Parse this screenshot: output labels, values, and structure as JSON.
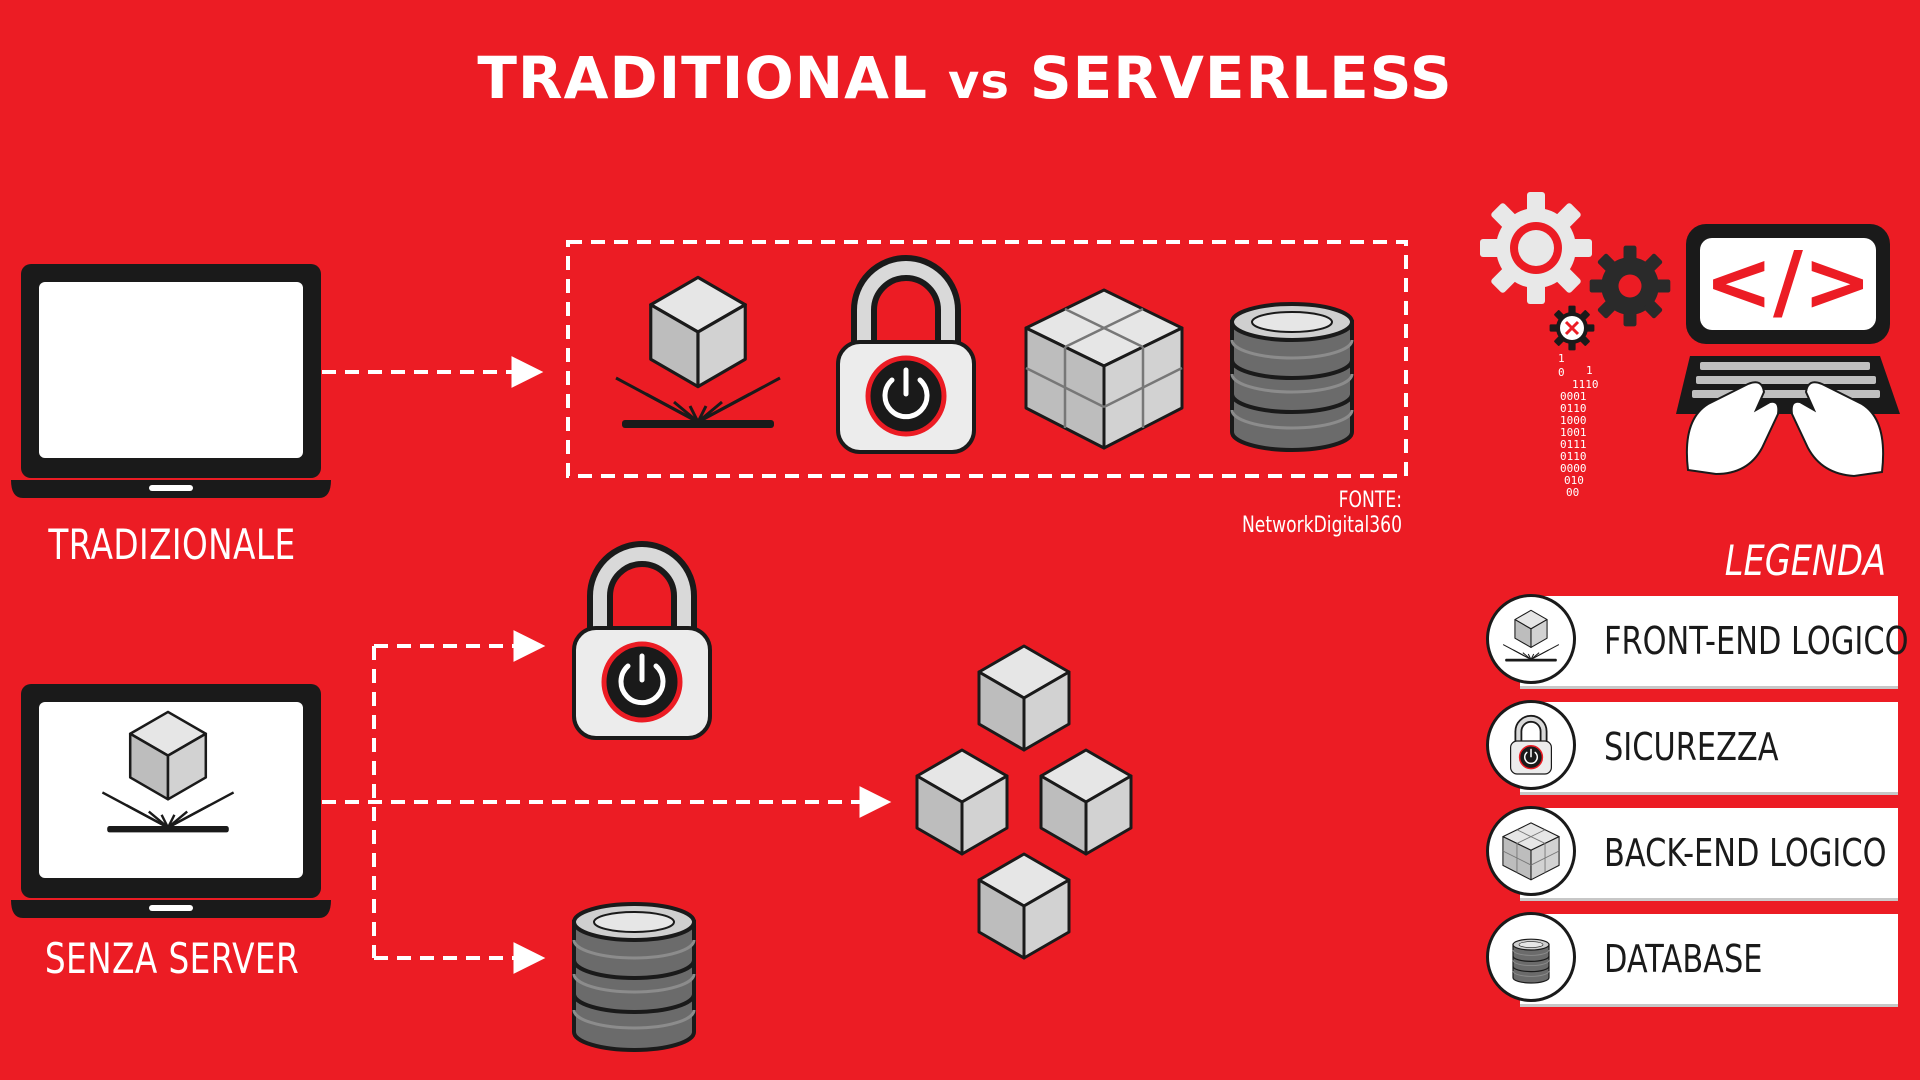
{
  "title": {
    "left": "TRADITIONAL",
    "vs": "vs",
    "right": "SERVERLESS"
  },
  "labels": {
    "traditional": "TRADIZIONALE",
    "serverless": "SENZA SERVER"
  },
  "source": "FONTE: NetworkDigital360",
  "legend": {
    "title": "LEGENDA",
    "items": [
      {
        "label": "FRONT-END LOGICO",
        "icon": "front-end-icon"
      },
      {
        "label": "SICUREZZA",
        "icon": "lock-icon"
      },
      {
        "label": "BACK-END LOGICO",
        "icon": "back-end-icon"
      },
      {
        "label": "DATABASE",
        "icon": "database-icon"
      }
    ]
  },
  "decoration": {
    "code_symbol": "</>",
    "binary_icon": "binary-code-icon",
    "gears_icon": "gears-icon"
  },
  "colors": {
    "background": "#ec1c24",
    "white": "#ffffff",
    "dark": "#1a1a1a",
    "gray": "#cfcfcf",
    "dark_gray": "#6b6b6b"
  }
}
